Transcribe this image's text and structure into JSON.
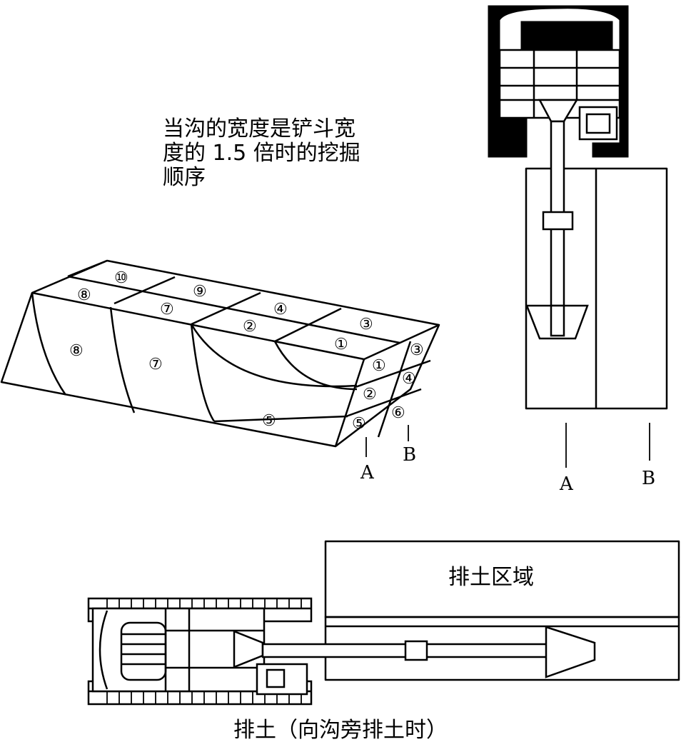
{
  "caption_lines": [
    "当沟的宽度是铲斗宽",
    "度的 1.5 倍时的挖掘",
    "顺序"
  ],
  "block_labels": {
    "top_10": "⑩",
    "top_8": "⑧",
    "top_9": "⑨",
    "top_7": "⑦",
    "top_4": "④",
    "top_2": "②",
    "top_3": "③",
    "top_1": "①",
    "side_8": "⑧",
    "side_7": "⑦",
    "side_5": "⑤",
    "end_1": "①",
    "end_3": "③",
    "end_2": "②",
    "end_4": "④",
    "end_5": "⑤",
    "end_6": "⑥"
  },
  "cross_labels": {
    "left_a": "A",
    "left_b": "B",
    "right_a": "A",
    "right_b": "B"
  },
  "dump_area_label": "排土区域",
  "bottom_caption": "排土（向沟旁排土时）"
}
